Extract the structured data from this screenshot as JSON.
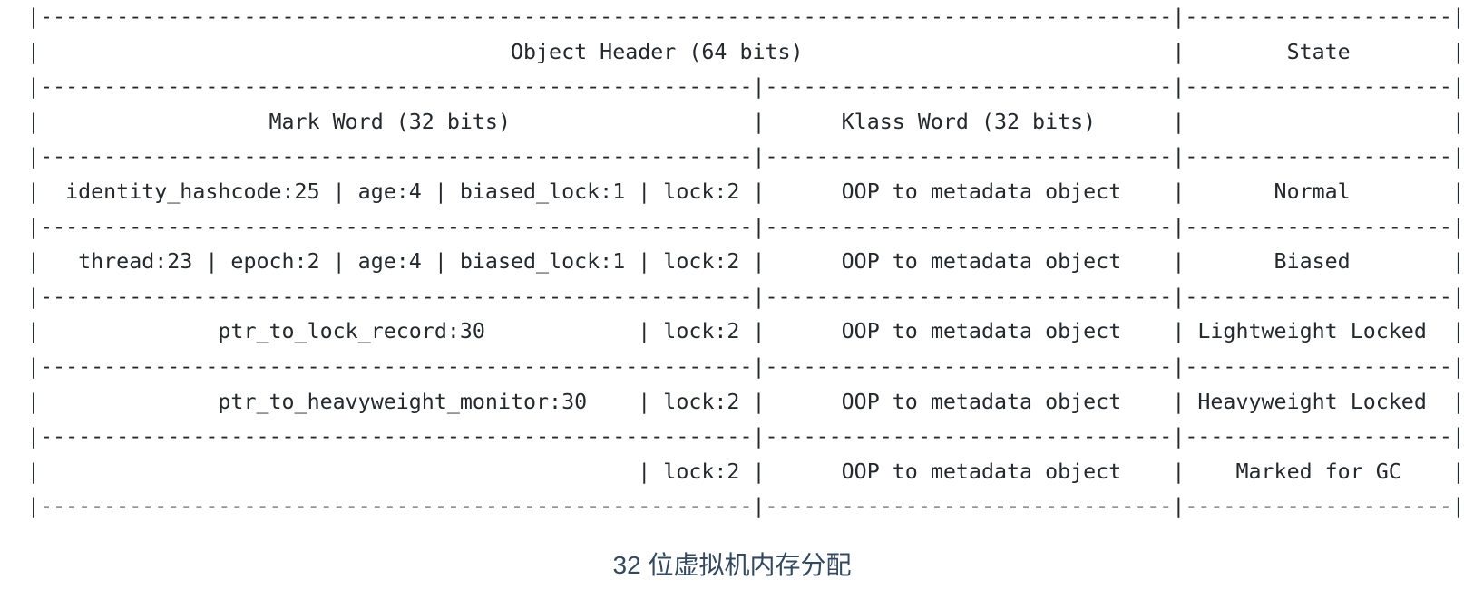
{
  "colors": {
    "background": "#ffffff",
    "table_text": "#24292e",
    "caption_text": "#34495e"
  },
  "caption": {
    "text": "32 位虚拟机内存分配"
  },
  "semantics": {
    "title": "Object Header (64 bits)",
    "state_column_header": "State",
    "word_headers": [
      "Mark Word (32 bits)",
      "Klass Word (32 bits)"
    ],
    "rows": [
      {
        "mark_word": "identity_hashcode:25 | age:4 | biased_lock:1 | lock:2",
        "klass_word": "OOP to metadata object",
        "state": "Normal"
      },
      {
        "mark_word": "thread:23 | epoch:2 | age:4 | biased_lock:1 | lock:2",
        "klass_word": "OOP to metadata object",
        "state": "Biased"
      },
      {
        "mark_word": "ptr_to_lock_record:30 | lock:2",
        "klass_word": "OOP to metadata object",
        "state": "Lightweight Locked"
      },
      {
        "mark_word": "ptr_to_heavyweight_monitor:30 | lock:2",
        "klass_word": "OOP to metadata object",
        "state": "Heavyweight Locked"
      },
      {
        "mark_word": "| lock:2",
        "klass_word": "OOP to metadata object",
        "state": "Marked for GC"
      }
    ]
  },
  "ascii_table": {
    "lines": [
      [
        "|",
        {
          "dash": 89
        },
        "|",
        {
          "dash": 21
        },
        "|"
      ],
      [
        "|",
        {
          "sp": 37
        },
        "Object Header (64 bits)",
        {
          "sp": 29
        },
        "|",
        {
          "sp": 8
        },
        "State",
        {
          "sp": 8
        },
        "|"
      ],
      [
        "|",
        {
          "dash": 56
        },
        "|",
        {
          "dash": 32
        },
        "|",
        {
          "dash": 21
        },
        "|"
      ],
      [
        "|",
        {
          "sp": 18
        },
        "Mark Word (32 bits)",
        {
          "sp": 19
        },
        "|",
        {
          "sp": 6
        },
        "Klass Word (32 bits)",
        {
          "sp": 6
        },
        "|",
        {
          "sp": 21
        },
        "|"
      ],
      [
        "|",
        {
          "dash": 56
        },
        "|",
        {
          "dash": 32
        },
        "|",
        {
          "dash": 21
        },
        "|"
      ],
      [
        "|",
        {
          "sp": 2
        },
        "identity_hashcode:25 | age:4 | biased_lock:1 | lock:2",
        {
          "sp": 1
        },
        "|",
        {
          "sp": 6
        },
        "OOP to metadata object",
        {
          "sp": 4
        },
        "|",
        {
          "sp": 7
        },
        "Normal",
        {
          "sp": 8
        },
        "|"
      ],
      [
        "|",
        {
          "dash": 56
        },
        "|",
        {
          "dash": 32
        },
        "|",
        {
          "dash": 21
        },
        "|"
      ],
      [
        "|",
        {
          "sp": 3
        },
        "thread:23 | epoch:2 | age:4 | biased_lock:1 | lock:2",
        {
          "sp": 1
        },
        "|",
        {
          "sp": 6
        },
        "OOP to metadata object",
        {
          "sp": 4
        },
        "|",
        {
          "sp": 7
        },
        "Biased",
        {
          "sp": 8
        },
        "|"
      ],
      [
        "|",
        {
          "dash": 56
        },
        "|",
        {
          "dash": 32
        },
        "|",
        {
          "dash": 21
        },
        "|"
      ],
      [
        "|",
        {
          "sp": 14
        },
        "ptr_to_lock_record:30",
        {
          "sp": 12
        },
        "| lock:2 ",
        "|",
        {
          "sp": 6
        },
        "OOP to metadata object",
        {
          "sp": 4
        },
        "|",
        {
          "sp": 1
        },
        "Lightweight Locked",
        {
          "sp": 2
        },
        "|"
      ],
      [
        "|",
        {
          "dash": 56
        },
        "|",
        {
          "dash": 32
        },
        "|",
        {
          "dash": 21
        },
        "|"
      ],
      [
        "|",
        {
          "sp": 14
        },
        "ptr_to_heavyweight_monitor:30",
        {
          "sp": 4
        },
        "| lock:2 ",
        "|",
        {
          "sp": 6
        },
        "OOP to metadata object",
        {
          "sp": 4
        },
        "|",
        {
          "sp": 1
        },
        "Heavyweight Locked",
        {
          "sp": 2
        },
        "|"
      ],
      [
        "|",
        {
          "dash": 56
        },
        "|",
        {
          "dash": 32
        },
        "|",
        {
          "dash": 21
        },
        "|"
      ],
      [
        "|",
        {
          "sp": 47
        },
        "| lock:2 ",
        "|",
        {
          "sp": 6
        },
        "OOP to metadata object",
        {
          "sp": 4
        },
        "|",
        {
          "sp": 4
        },
        "Marked for GC",
        {
          "sp": 4
        },
        "|"
      ],
      [
        "|",
        {
          "dash": 56
        },
        "|",
        {
          "dash": 32
        },
        "|",
        {
          "dash": 21
        },
        "|"
      ]
    ]
  }
}
